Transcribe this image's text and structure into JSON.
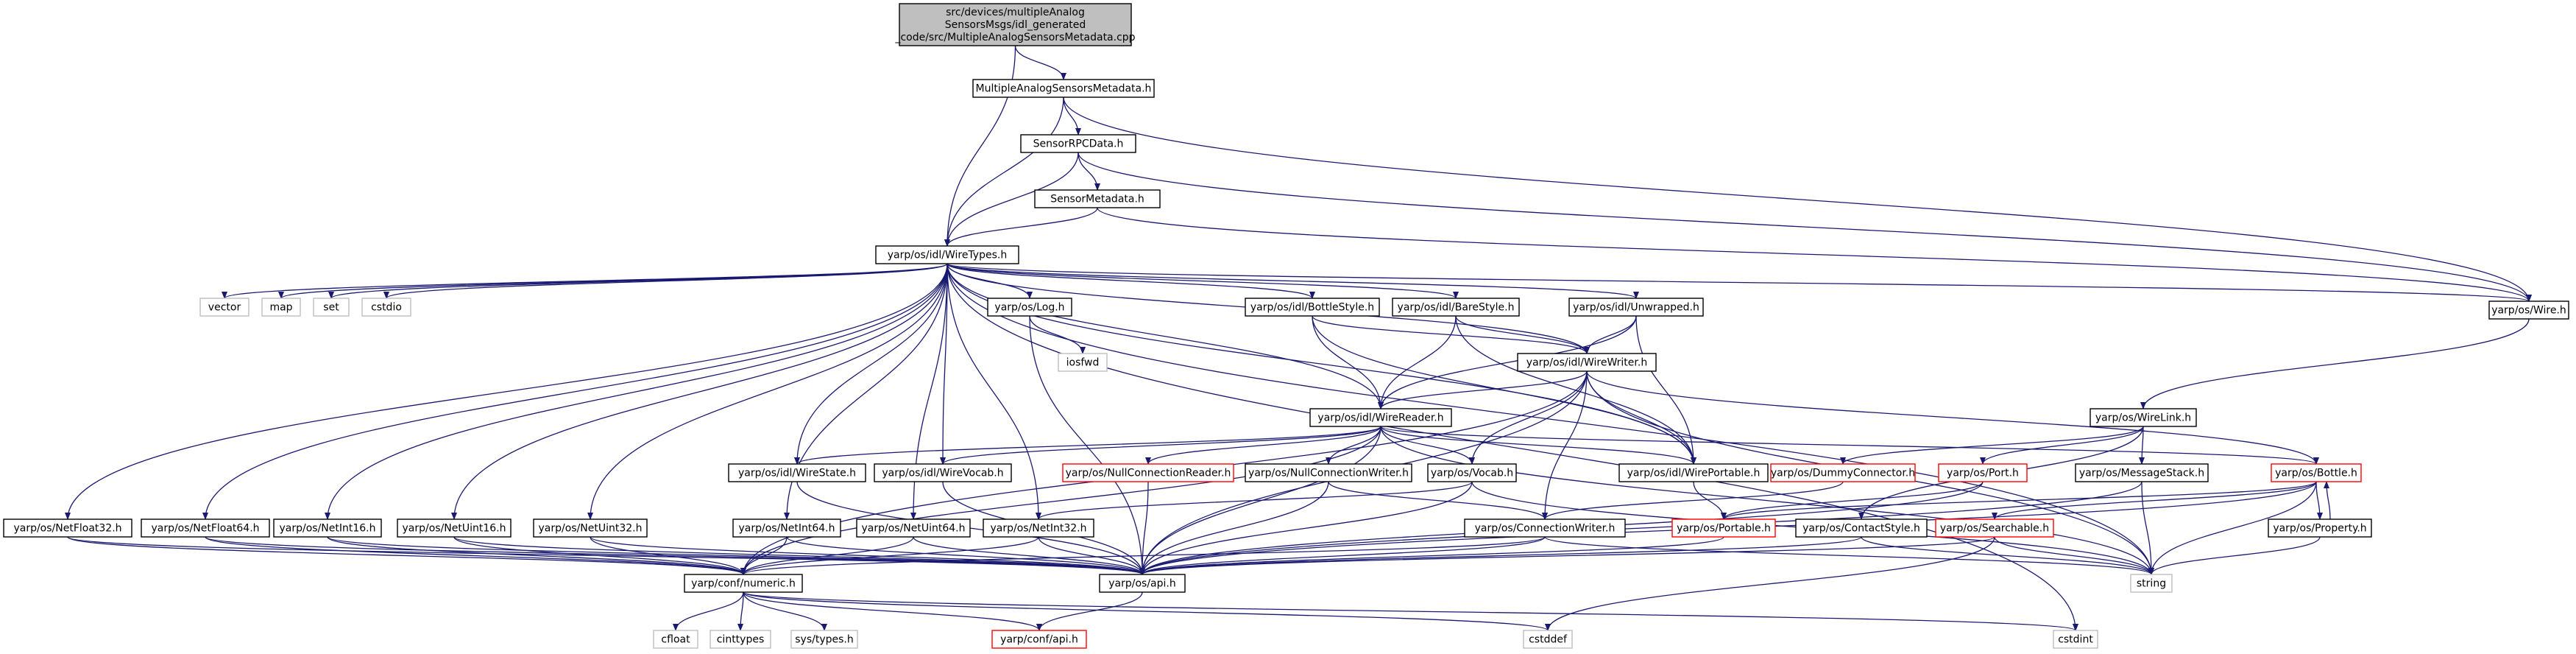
{
  "colors": {
    "edge": "#191970",
    "box_default": "#000000",
    "box_truncated": "#ff0000",
    "box_external": "#bfbfbf",
    "root_fill": "#bfbfbf",
    "node_fill": "#ffffff"
  },
  "nodes": [
    {
      "id": "root",
      "kind": "root",
      "lines": [
        "src/devices/multipleAnalog",
        "SensorsMsgs/idl_generated",
        "_code/src/MultipleAnalogSensorsMetadata.cpp"
      ]
    },
    {
      "id": "masm_h",
      "kind": "normal",
      "lines": [
        "MultipleAnalogSensorsMetadata.h"
      ]
    },
    {
      "id": "sensorrpc",
      "kind": "normal",
      "lines": [
        "SensorRPCData.h"
      ]
    },
    {
      "id": "sensormeta",
      "kind": "normal",
      "lines": [
        "SensorMetadata.h"
      ]
    },
    {
      "id": "wiretypes",
      "kind": "normal",
      "lines": [
        "yarp/os/idl/WireTypes.h"
      ]
    },
    {
      "id": "wire",
      "kind": "normal",
      "lines": [
        "yarp/os/Wire.h"
      ]
    },
    {
      "id": "vector",
      "kind": "external",
      "lines": [
        "vector"
      ]
    },
    {
      "id": "map",
      "kind": "external",
      "lines": [
        "map"
      ]
    },
    {
      "id": "set",
      "kind": "external",
      "lines": [
        "set"
      ]
    },
    {
      "id": "cstdio",
      "kind": "external",
      "lines": [
        "cstdio"
      ]
    },
    {
      "id": "log",
      "kind": "normal",
      "lines": [
        "yarp/os/Log.h"
      ]
    },
    {
      "id": "iosfwd",
      "kind": "external",
      "lines": [
        "iosfwd"
      ]
    },
    {
      "id": "bottlestyle",
      "kind": "normal",
      "lines": [
        "yarp/os/idl/BottleStyle.h"
      ]
    },
    {
      "id": "barestyle",
      "kind": "normal",
      "lines": [
        "yarp/os/idl/BareStyle.h"
      ]
    },
    {
      "id": "unwrapped",
      "kind": "normal",
      "lines": [
        "yarp/os/idl/Unwrapped.h"
      ]
    },
    {
      "id": "wirewriter",
      "kind": "normal",
      "lines": [
        "yarp/os/idl/WireWriter.h"
      ]
    },
    {
      "id": "wirereader",
      "kind": "normal",
      "lines": [
        "yarp/os/idl/WireReader.h"
      ]
    },
    {
      "id": "wirelink",
      "kind": "normal",
      "lines": [
        "yarp/os/WireLink.h"
      ]
    },
    {
      "id": "wirestate",
      "kind": "normal",
      "lines": [
        "yarp/os/idl/WireState.h"
      ]
    },
    {
      "id": "wirevocab",
      "kind": "normal",
      "lines": [
        "yarp/os/idl/WireVocab.h"
      ]
    },
    {
      "id": "nullconnreader",
      "kind": "truncated",
      "lines": [
        "yarp/os/NullConnectionReader.h"
      ]
    },
    {
      "id": "nullconnwriter",
      "kind": "normal",
      "lines": [
        "yarp/os/NullConnectionWriter.h"
      ]
    },
    {
      "id": "vocab",
      "kind": "normal",
      "lines": [
        "yarp/os/Vocab.h"
      ]
    },
    {
      "id": "wireportable",
      "kind": "normal",
      "lines": [
        "yarp/os/idl/WirePortable.h"
      ]
    },
    {
      "id": "dummyconn",
      "kind": "truncated",
      "lines": [
        "yarp/os/DummyConnector.h"
      ]
    },
    {
      "id": "port",
      "kind": "truncated",
      "lines": [
        "yarp/os/Port.h"
      ]
    },
    {
      "id": "msgstack",
      "kind": "normal",
      "lines": [
        "yarp/os/MessageStack.h"
      ]
    },
    {
      "id": "bottle",
      "kind": "truncated",
      "lines": [
        "yarp/os/Bottle.h"
      ]
    },
    {
      "id": "netfloat32",
      "kind": "normal",
      "lines": [
        "yarp/os/NetFloat32.h"
      ]
    },
    {
      "id": "netfloat64",
      "kind": "normal",
      "lines": [
        "yarp/os/NetFloat64.h"
      ]
    },
    {
      "id": "netint16",
      "kind": "normal",
      "lines": [
        "yarp/os/NetInt16.h"
      ]
    },
    {
      "id": "netuint16",
      "kind": "normal",
      "lines": [
        "yarp/os/NetUint16.h"
      ]
    },
    {
      "id": "netuint32",
      "kind": "normal",
      "lines": [
        "yarp/os/NetUint32.h"
      ]
    },
    {
      "id": "netint64",
      "kind": "normal",
      "lines": [
        "yarp/os/NetInt64.h"
      ]
    },
    {
      "id": "netuint64",
      "kind": "normal",
      "lines": [
        "yarp/os/NetUint64.h"
      ]
    },
    {
      "id": "netint32",
      "kind": "normal",
      "lines": [
        "yarp/os/NetInt32.h"
      ]
    },
    {
      "id": "connwriter",
      "kind": "normal",
      "lines": [
        "yarp/os/ConnectionWriter.h"
      ]
    },
    {
      "id": "portable",
      "kind": "truncated",
      "lines": [
        "yarp/os/Portable.h"
      ]
    },
    {
      "id": "contactstyle",
      "kind": "normal",
      "lines": [
        "yarp/os/ContactStyle.h"
      ]
    },
    {
      "id": "searchable",
      "kind": "truncated",
      "lines": [
        "yarp/os/Searchable.h"
      ]
    },
    {
      "id": "property",
      "kind": "normal",
      "lines": [
        "yarp/os/Property.h"
      ]
    },
    {
      "id": "numeric",
      "kind": "normal",
      "lines": [
        "yarp/conf/numeric.h"
      ]
    },
    {
      "id": "api",
      "kind": "normal",
      "lines": [
        "yarp/os/api.h"
      ]
    },
    {
      "id": "string",
      "kind": "external",
      "lines": [
        "string"
      ]
    },
    {
      "id": "cfloat",
      "kind": "external",
      "lines": [
        "cfloat"
      ]
    },
    {
      "id": "cinttypes",
      "kind": "external",
      "lines": [
        "cinttypes"
      ]
    },
    {
      "id": "systypes",
      "kind": "external",
      "lines": [
        "sys/types.h"
      ]
    },
    {
      "id": "confapi",
      "kind": "truncated",
      "lines": [
        "yarp/conf/api.h"
      ]
    },
    {
      "id": "cstddef",
      "kind": "external",
      "lines": [
        "cstddef"
      ]
    },
    {
      "id": "cstdint",
      "kind": "external",
      "lines": [
        "cstdint"
      ]
    }
  ],
  "edges": [
    [
      "root",
      "masm_h"
    ],
    [
      "root",
      "wiretypes"
    ],
    [
      "masm_h",
      "sensorrpc"
    ],
    [
      "masm_h",
      "wiretypes"
    ],
    [
      "masm_h",
      "wire"
    ],
    [
      "sensorrpc",
      "sensormeta"
    ],
    [
      "sensorrpc",
      "wiretypes"
    ],
    [
      "sensorrpc",
      "wire"
    ],
    [
      "sensormeta",
      "wiretypes"
    ],
    [
      "sensormeta",
      "wire"
    ],
    [
      "wiretypes",
      "wire"
    ],
    [
      "wiretypes",
      "vector"
    ],
    [
      "wiretypes",
      "map"
    ],
    [
      "wiretypes",
      "set"
    ],
    [
      "wiretypes",
      "cstdio"
    ],
    [
      "wiretypes",
      "log"
    ],
    [
      "wiretypes",
      "bottlestyle"
    ],
    [
      "wiretypes",
      "barestyle"
    ],
    [
      "wiretypes",
      "unwrapped"
    ],
    [
      "wiretypes",
      "wirewriter"
    ],
    [
      "wiretypes",
      "wirereader"
    ],
    [
      "wiretypes",
      "wirestate"
    ],
    [
      "wiretypes",
      "wirevocab"
    ],
    [
      "wiretypes",
      "wireportable"
    ],
    [
      "wiretypes",
      "netfloat32"
    ],
    [
      "wiretypes",
      "netfloat64"
    ],
    [
      "wiretypes",
      "netint16"
    ],
    [
      "wiretypes",
      "netuint16"
    ],
    [
      "wiretypes",
      "netuint32"
    ],
    [
      "wiretypes",
      "netint64"
    ],
    [
      "wiretypes",
      "netuint64"
    ],
    [
      "wiretypes",
      "netint32"
    ],
    [
      "wiretypes",
      "string"
    ],
    [
      "wiretypes",
      "cstdint"
    ],
    [
      "wire",
      "wirelink"
    ],
    [
      "log",
      "iosfwd"
    ],
    [
      "log",
      "api"
    ],
    [
      "bottlestyle",
      "wirewriter"
    ],
    [
      "bottlestyle",
      "wirereader"
    ],
    [
      "bottlestyle",
      "wireportable"
    ],
    [
      "barestyle",
      "wirewriter"
    ],
    [
      "barestyle",
      "wirereader"
    ],
    [
      "barestyle",
      "wireportable"
    ],
    [
      "unwrapped",
      "wirewriter"
    ],
    [
      "unwrapped",
      "wirereader"
    ],
    [
      "unwrapped",
      "wireportable"
    ],
    [
      "wirewriter",
      "wirereader"
    ],
    [
      "wirewriter",
      "vocab"
    ],
    [
      "wirewriter",
      "wireportable"
    ],
    [
      "wirewriter",
      "bottle"
    ],
    [
      "wirewriter",
      "connwriter"
    ],
    [
      "wirewriter",
      "numeric"
    ],
    [
      "wirewriter",
      "api"
    ],
    [
      "wirewriter",
      "string"
    ],
    [
      "wirereader",
      "wirestate"
    ],
    [
      "wirereader",
      "wirevocab"
    ],
    [
      "wirereader",
      "nullconnreader"
    ],
    [
      "wirereader",
      "nullconnwriter"
    ],
    [
      "wirereader",
      "vocab"
    ],
    [
      "wirereader",
      "wireportable"
    ],
    [
      "wirereader",
      "bottle"
    ],
    [
      "wirereader",
      "numeric"
    ],
    [
      "wirereader",
      "string"
    ],
    [
      "wirereader",
      "api"
    ],
    [
      "wirelink",
      "dummyconn"
    ],
    [
      "wirelink",
      "port"
    ],
    [
      "wirelink",
      "msgstack"
    ],
    [
      "wirelink",
      "contactstyle"
    ],
    [
      "wirestate",
      "api"
    ],
    [
      "wirevocab",
      "api"
    ],
    [
      "nullconnreader",
      "api"
    ],
    [
      "nullconnwriter",
      "connwriter"
    ],
    [
      "nullconnwriter",
      "api"
    ],
    [
      "vocab",
      "netint32"
    ],
    [
      "vocab",
      "api"
    ],
    [
      "vocab",
      "string"
    ],
    [
      "wireportable",
      "portable"
    ],
    [
      "dummyconn",
      "connwriter"
    ],
    [
      "port",
      "portable"
    ],
    [
      "port",
      "api"
    ],
    [
      "msgstack",
      "api"
    ],
    [
      "msgstack",
      "string"
    ],
    [
      "bottle",
      "portable"
    ],
    [
      "bottle",
      "searchable"
    ],
    [
      "bottle",
      "property"
    ],
    [
      "bottle",
      "api"
    ],
    [
      "bottle",
      "string"
    ],
    [
      "property",
      "bottle"
    ],
    [
      "property",
      "string"
    ],
    [
      "connwriter",
      "numeric"
    ],
    [
      "connwriter",
      "api"
    ],
    [
      "connwriter",
      "string"
    ],
    [
      "portable",
      "api"
    ],
    [
      "contactstyle",
      "api"
    ],
    [
      "contactstyle",
      "string"
    ],
    [
      "searchable",
      "api"
    ],
    [
      "searchable",
      "string"
    ],
    [
      "searchable",
      "cstddef"
    ],
    [
      "netfloat32",
      "numeric"
    ],
    [
      "netfloat32",
      "api"
    ],
    [
      "netfloat64",
      "numeric"
    ],
    [
      "netfloat64",
      "api"
    ],
    [
      "netint16",
      "numeric"
    ],
    [
      "netint16",
      "api"
    ],
    [
      "netuint16",
      "numeric"
    ],
    [
      "netuint16",
      "api"
    ],
    [
      "netuint32",
      "numeric"
    ],
    [
      "netuint32",
      "api"
    ],
    [
      "netint64",
      "numeric"
    ],
    [
      "netint64",
      "api"
    ],
    [
      "netuint64",
      "numeric"
    ],
    [
      "netuint64",
      "api"
    ],
    [
      "netint32",
      "numeric"
    ],
    [
      "netint32",
      "api"
    ],
    [
      "numeric",
      "cfloat"
    ],
    [
      "numeric",
      "cinttypes"
    ],
    [
      "numeric",
      "systypes"
    ],
    [
      "numeric",
      "confapi"
    ],
    [
      "numeric",
      "cstddef"
    ],
    [
      "numeric",
      "cstdint"
    ],
    [
      "api",
      "confapi"
    ]
  ]
}
